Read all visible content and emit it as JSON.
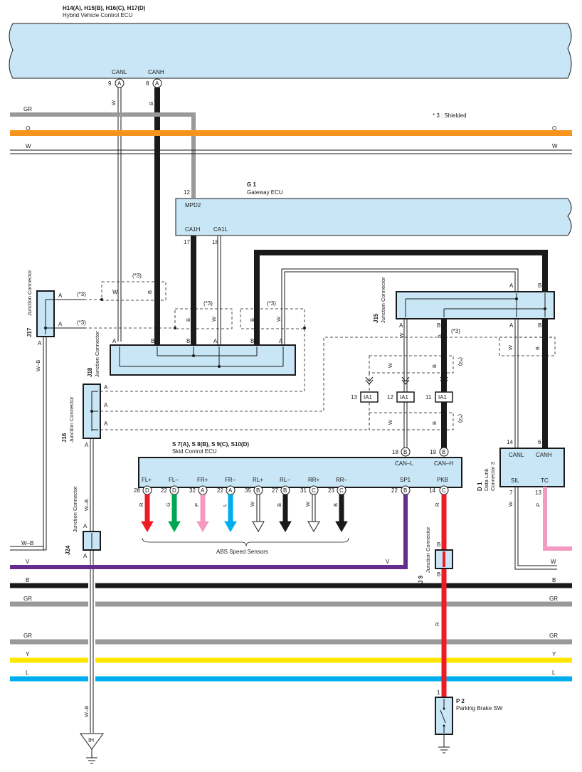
{
  "colors": {
    "box_fill": "#c8e6f5",
    "gray": "#999999",
    "orange": "#f7941d",
    "purple": "#662d91",
    "red": "#ed1c24",
    "green": "#00a651",
    "pink": "#f49ac1",
    "blue": "#00aeef",
    "yellow": "#ffe600",
    "black": "#1a1a1a"
  },
  "hv_ecu": {
    "title": "H14(A), H15(B), H16(C), H17(D)",
    "name": "Hybrid Vehicle Control ECU",
    "pin_canl": "CANL",
    "pin_canh": "CANH",
    "pinno_canl": "9",
    "pinno_canh": "8",
    "conn_canl": "A",
    "conn_canh": "A",
    "wire_canl": "W",
    "wire_canh": "B"
  },
  "note": "* 3 : Shielded",
  "wires": {
    "gr": "GR",
    "o": "O",
    "w": "W",
    "v": "V",
    "b": "B",
    "y": "Y",
    "l": "L",
    "r": "R",
    "p": "P",
    "g": "G",
    "wb": "W–B"
  },
  "gateway": {
    "title": "G 1",
    "name": "Gateway ECU",
    "pin_mpd2": "MPD2",
    "pinno_mpd2": "12",
    "pin_ca1h": "CA1H",
    "pin_ca1l": "CA1L",
    "pinno_ca1h": "17",
    "pinno_ca1l": "18"
  },
  "shield": "(*3)",
  "j17": {
    "title": "J17",
    "name": "Junction Connector",
    "pin_a": "A"
  },
  "j18": {
    "title": "J18",
    "name": "Junction Connector",
    "pin_a": "A",
    "pin_b": "B"
  },
  "j16": {
    "title": "J16",
    "name": "Junction Connector",
    "pin_a": "A"
  },
  "j15": {
    "title": "J15",
    "name": "Junction Connector",
    "pin_a": "A",
    "pin_b": "B"
  },
  "j24": {
    "title": "J24",
    "name": "Junction Connector",
    "pin_a": "A"
  },
  "j9": {
    "title": "J 9",
    "name": "Junction Connector",
    "pin_b": "B"
  },
  "ia1": {
    "label": "IA1",
    "pin13": "13",
    "pin12": "12",
    "pin11": "11"
  },
  "skid": {
    "title": "S 7(A), S 8(B), S 9(C), S10(D)",
    "name": "Skid Control ECU",
    "canl": "CAN–L",
    "canh": "CAN–H",
    "canl_no": "18",
    "canh_no": "19",
    "canl_conn": "B",
    "canh_conn": "B",
    "pins": [
      {
        "label": "FL+",
        "no": "28",
        "conn": "D",
        "wire": "R"
      },
      {
        "label": "FL–",
        "no": "22",
        "conn": "D",
        "wire": "G"
      },
      {
        "label": "FR+",
        "no": "32",
        "conn": "A",
        "wire": "P"
      },
      {
        "label": "FR–",
        "no": "22",
        "conn": "A",
        "wire": "L"
      },
      {
        "label": "RL+",
        "no": "35",
        "conn": "B",
        "wire": "W"
      },
      {
        "label": "RL–",
        "no": "27",
        "conn": "B",
        "wire": "B"
      },
      {
        "label": "RR+",
        "no": "31",
        "conn": "C",
        "wire": "W"
      },
      {
        "label": "RR–",
        "no": "23",
        "conn": "C",
        "wire": "B"
      }
    ],
    "sp1": "SP1",
    "sp1_no": "22",
    "sp1_conn": "B",
    "pkb": "PKB",
    "pkb_no": "14",
    "pkb_conn": "C",
    "sensors": "ABS Speed Sensors"
  },
  "dlc": {
    "title": "D 1",
    "name1": "Data Link",
    "name2": "Connector 3",
    "canl": "CANL",
    "canh": "CANH",
    "sil": "SIL",
    "tc": "TC",
    "canl_no": "14",
    "canh_no": "6",
    "sil_no": "7",
    "tc_no": "13"
  },
  "parking": {
    "title": "P 2",
    "name": "Parking Brake SW",
    "pin": "1"
  },
  "ground": {
    "label": "IH"
  }
}
